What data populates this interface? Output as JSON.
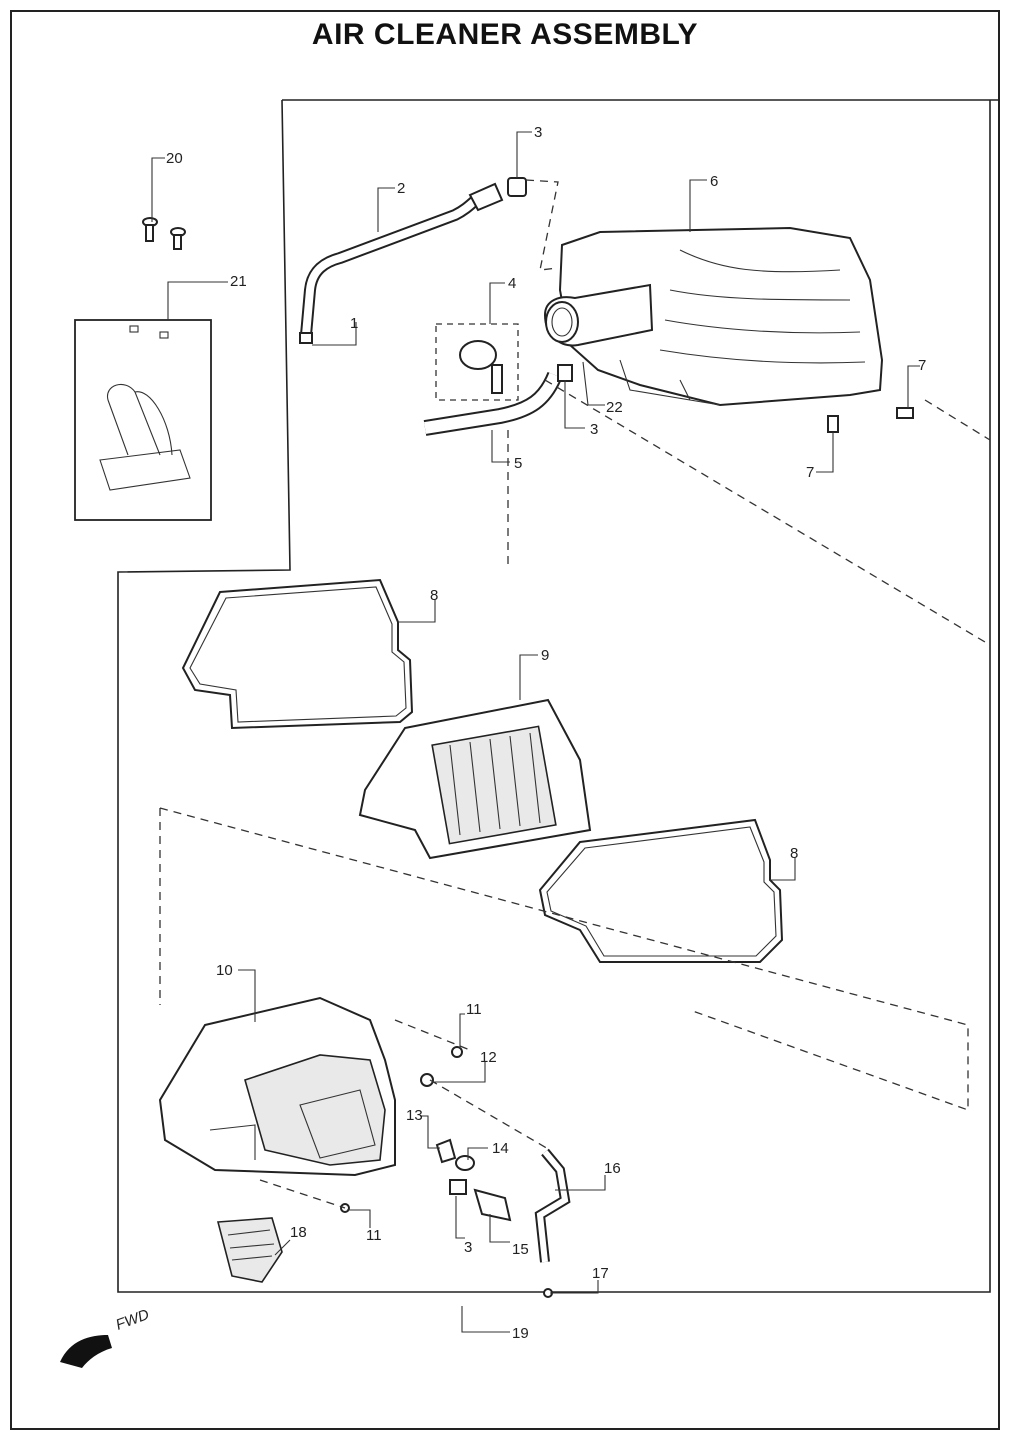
{
  "title": "AIR CLEANER ASSEMBLY",
  "fwd_label": "FWD",
  "callouts": {
    "c1": "1",
    "c2": "2",
    "c3a": "3",
    "c3b": "3",
    "c3c": "3",
    "c4": "4",
    "c5": "5",
    "c6": "6",
    "c7a": "7",
    "c7b": "7",
    "c8a": "8",
    "c8b": "8",
    "c9": "9",
    "c10": "10",
    "c11a": "11",
    "c11b": "11",
    "c12": "12",
    "c13": "13",
    "c14": "14",
    "c15": "15",
    "c16": "16",
    "c17": "17",
    "c18": "18",
    "c19": "19",
    "c20": "20",
    "c21": "21",
    "c22": "22"
  }
}
